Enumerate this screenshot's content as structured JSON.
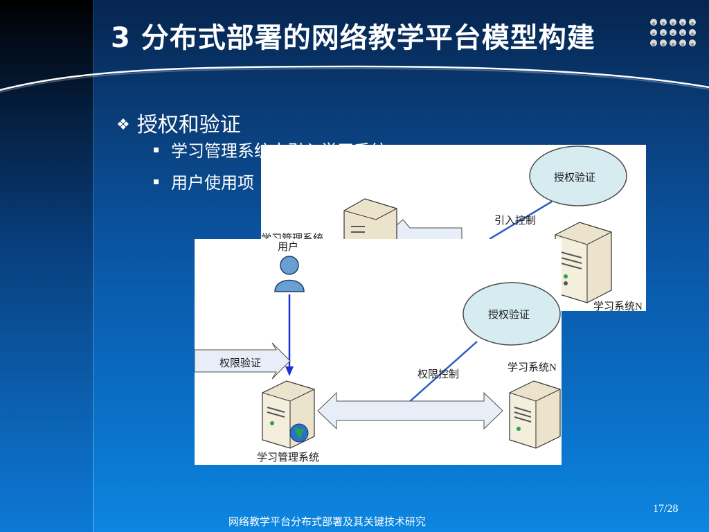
{
  "slide": {
    "title": "3 分布式部署的网络教学平台模型构建",
    "bullet_main": "授权和验证",
    "bullet_main_marker": "❖",
    "bullets_sub": [
      "学习管理系统中引入学习系统",
      "用户使用项"
    ]
  },
  "diagram_back": {
    "auth_label": "授权验证",
    "control_label": "引入控制",
    "lms_label": "学习管理系统",
    "system_label": "学习系统N"
  },
  "diagram_front": {
    "user_label": "用户",
    "auth_label": "授权验证",
    "permission_check_label": "权限验证",
    "permission_control_label": "权限控制",
    "system_label": "学习系统N",
    "lms_label": "学习管理系统"
  },
  "footer": {
    "page": "17/28",
    "text": "网络教学平台分布式部署及其关键技术研究"
  },
  "colors": {
    "ellipse_fill": "#d6ecf0",
    "arrow_fill": "#e8eef8",
    "connector_blue": "#2a5fbf",
    "user_arrow": "#1a2fd6",
    "server_beige": "#ece3cc"
  }
}
